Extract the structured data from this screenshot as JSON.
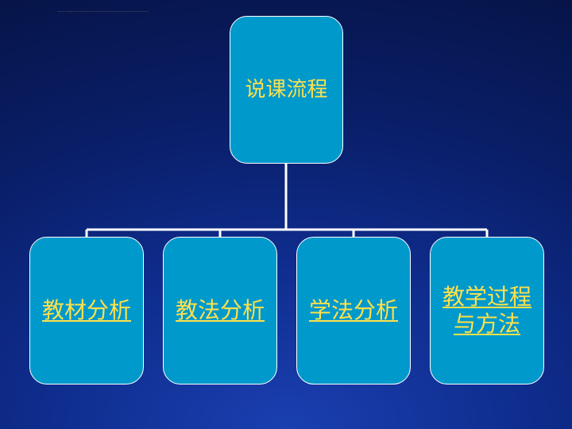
{
  "header": {
    "tiny_text": "………………………………………………………………………………………………"
  },
  "diagram": {
    "root": {
      "label": "说课流程"
    },
    "children": [
      {
        "label": "教材分析"
      },
      {
        "label": "教法分析"
      },
      {
        "label": "学法分析"
      },
      {
        "label": "教学过程\n与方法"
      }
    ]
  },
  "colors": {
    "background": "#0a1f6a",
    "node_fill": "#0099cc",
    "node_border": "#ffffff",
    "text": "#ffe14a",
    "connector": "#ffffff"
  }
}
